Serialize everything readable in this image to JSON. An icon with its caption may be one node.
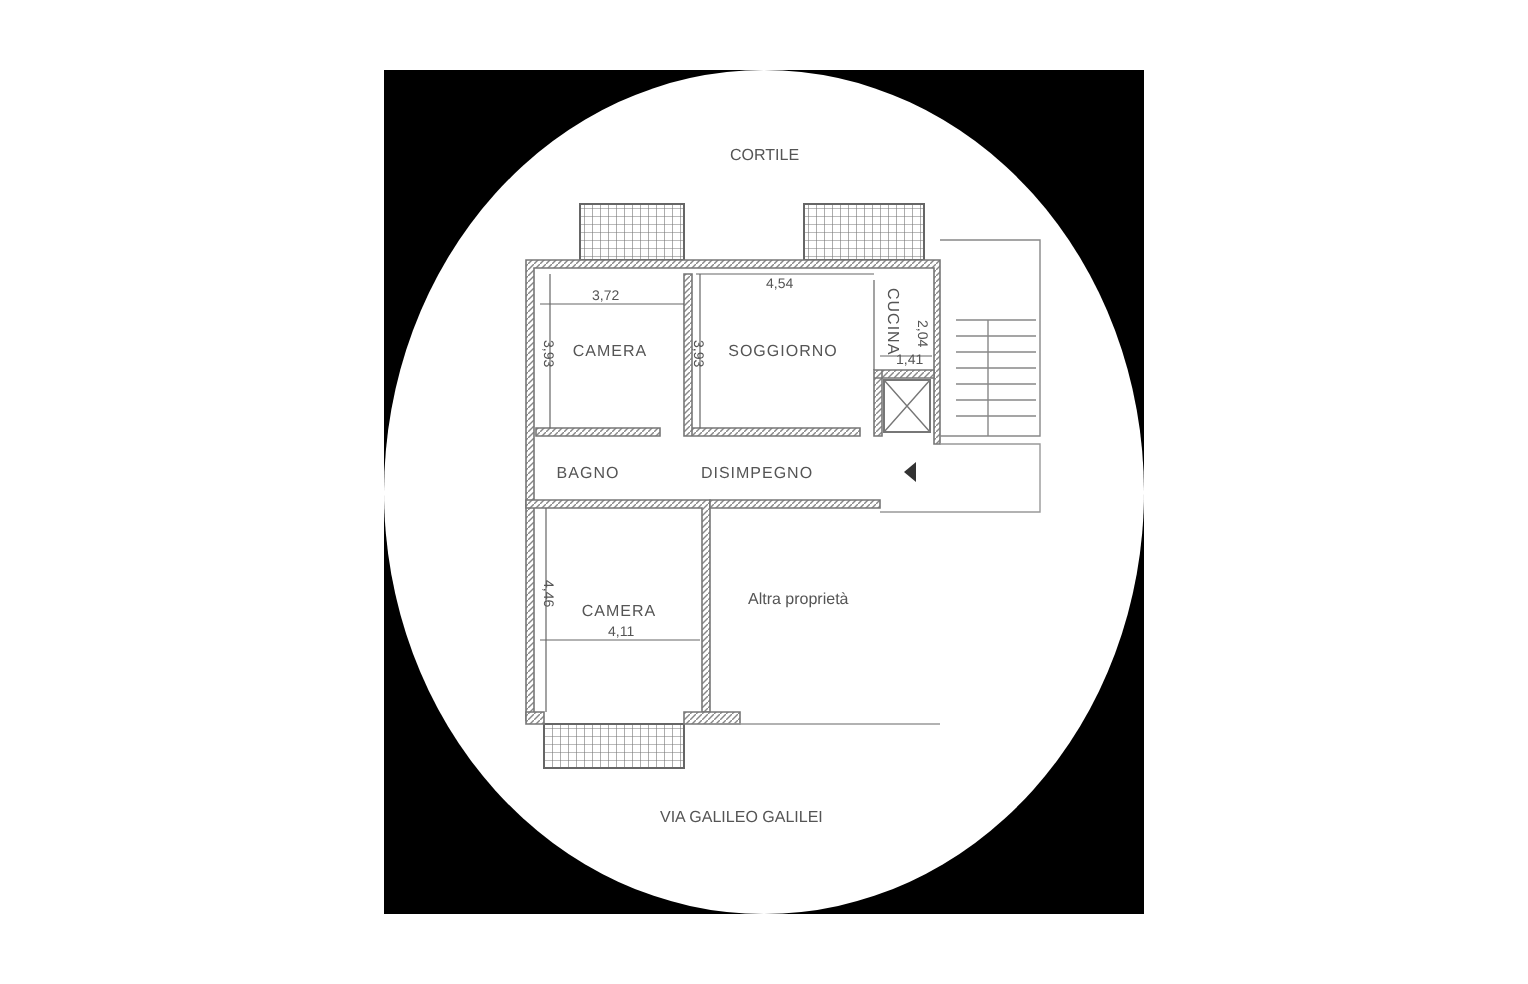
{
  "diagram": {
    "nodes": [
      {
        "text": [
          "CAMERA"
        ]
      },
      {
        "text": [
          "SOGGIORNO"
        ]
      },
      {
        "text": [
          "CUCINA"
        ]
      },
      {
        "text": [
          "BAGNO"
        ]
      },
      {
        "text": [
          "DISIMPEGNO"
        ]
      },
      {
        "text": [
          "CAMERA"
        ]
      }
    ],
    "labels": [
      "CORTILE",
      "4,54",
      "3,72",
      "2,04",
      "3,93",
      "3,93",
      "1,41",
      "4,46",
      "Altra proprietà",
      "4,11",
      "VIA GALILEO GALILEI"
    ]
  }
}
